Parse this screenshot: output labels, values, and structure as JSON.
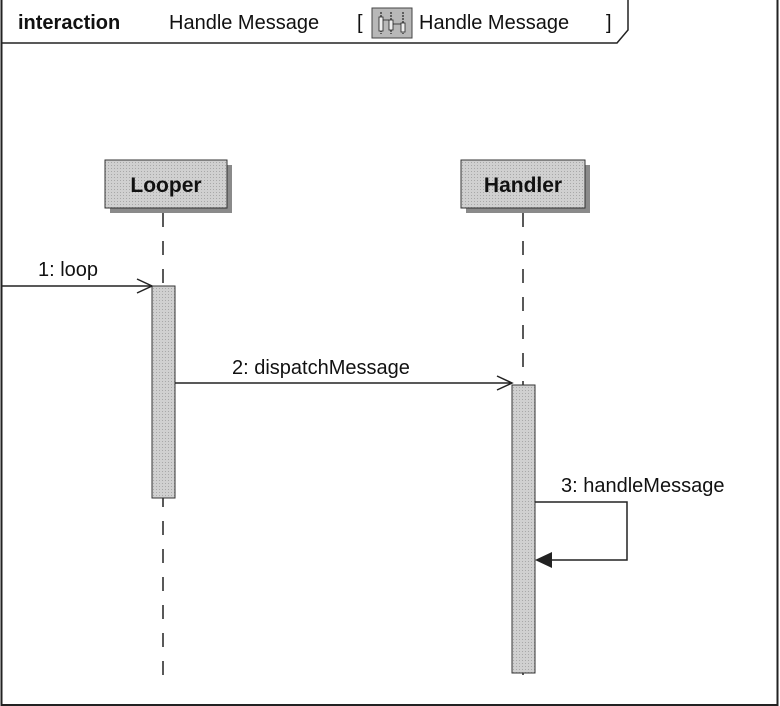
{
  "frame": {
    "keyword": "interaction",
    "name": "Handle Message",
    "open_bracket": "[",
    "ref_icon": "sequence-diagram-icon",
    "ref_name": "Handle Message",
    "close_bracket": "]"
  },
  "lifelines": [
    {
      "name": "Looper"
    },
    {
      "name": "Handler"
    }
  ],
  "messages": [
    {
      "label": "1: loop"
    },
    {
      "label": "2: dispatchMessage"
    },
    {
      "label": "3: handleMessage"
    }
  ],
  "colors": {
    "lifeline_fill": "#c8c8c8",
    "shadow": "#8a8a8a",
    "line": "#222222"
  }
}
